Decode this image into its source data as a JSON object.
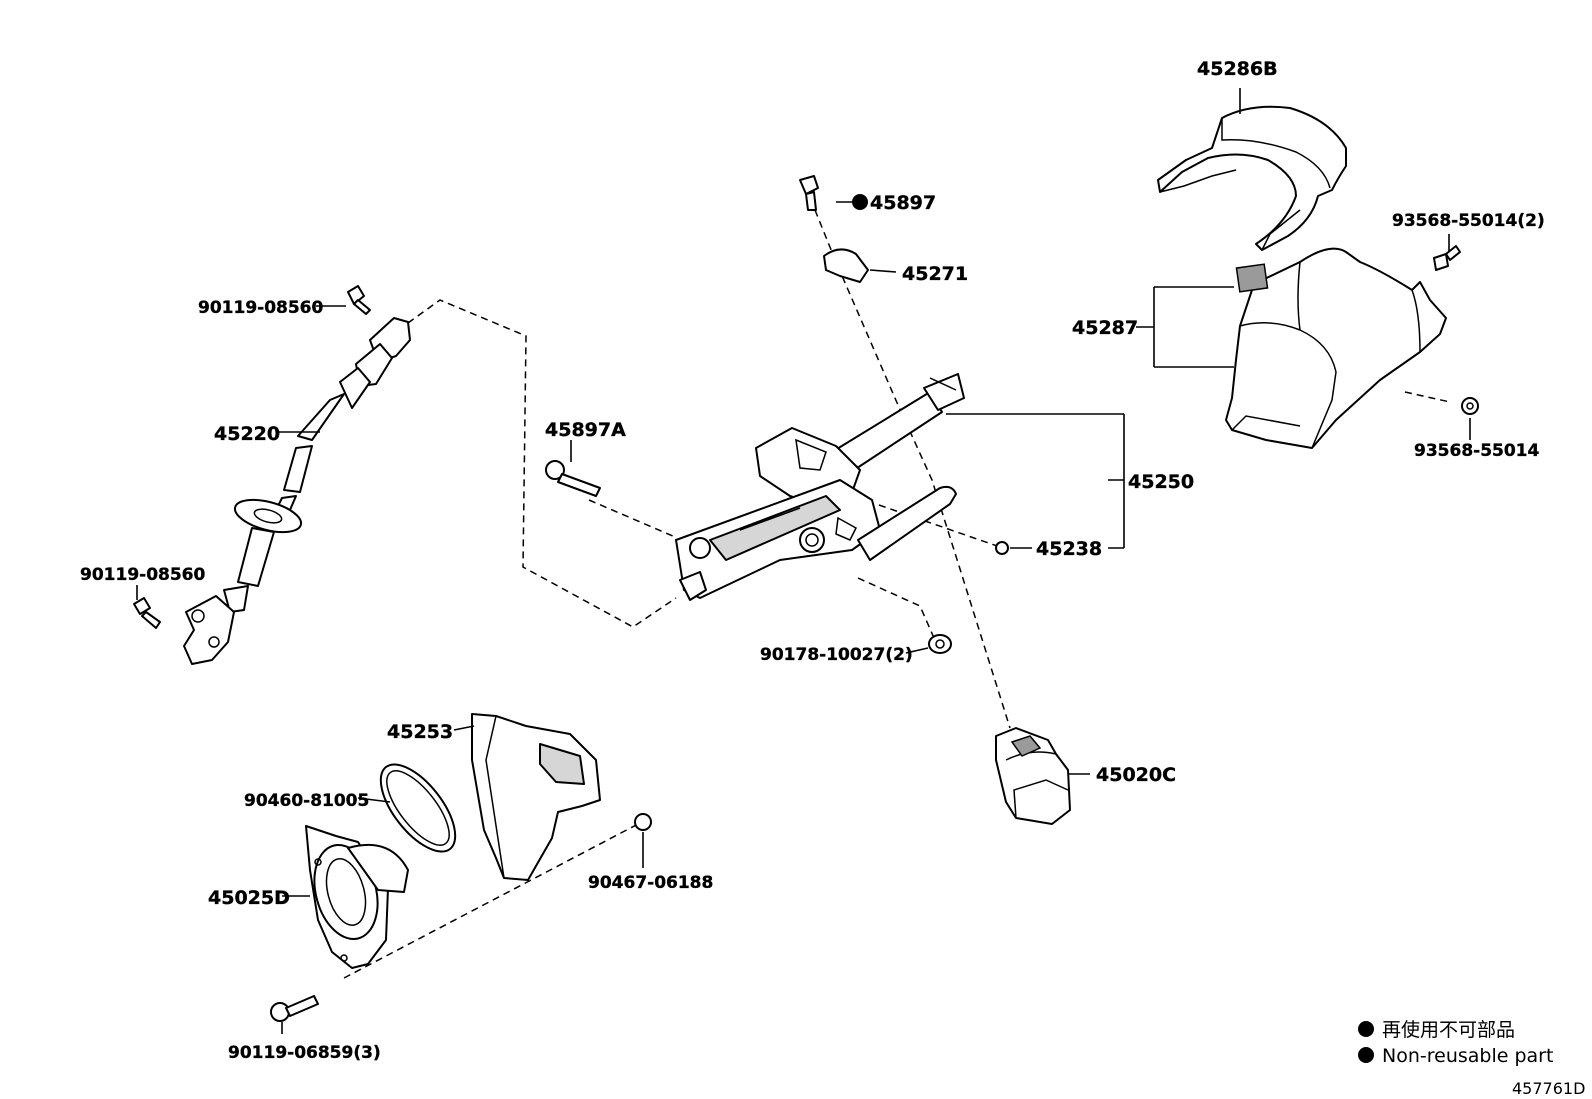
{
  "parts": {
    "p45286B": "45286B",
    "p45897": "45897",
    "p45271": "45271",
    "p93568_2": "93568-55014(2)",
    "p90119_top": "90119-08560",
    "p45287": "45287",
    "p45220": "45220",
    "p45897A": "45897A",
    "p45250": "45250",
    "p93568": "93568-55014",
    "p45238": "45238",
    "p90119_mid": "90119-08560",
    "p90178": "90178-10027(2)",
    "p45253": "45253",
    "p45020C": "45020C",
    "p90460": "90460-81005",
    "p90467": "90467-06188",
    "p45025D": "45025D",
    "p90119_bot": "90119-06859(3)"
  },
  "legend": {
    "japanese": "再使用不可部品",
    "english": "Non-reusable part"
  },
  "figure_code": "457761D"
}
